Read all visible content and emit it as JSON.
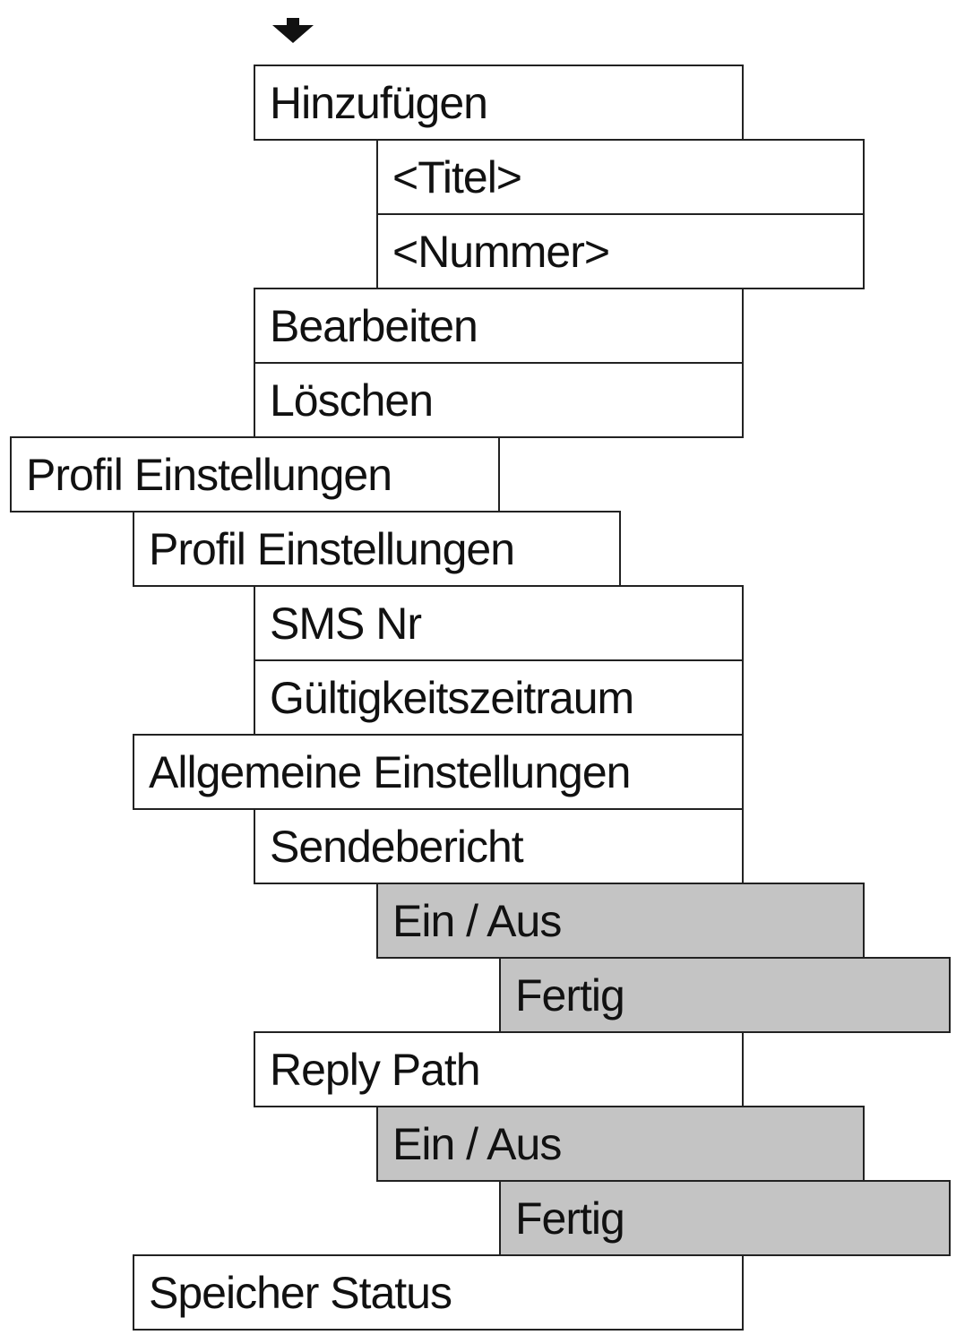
{
  "colors": {
    "box_border": "#222222",
    "box_fill": "#ffffff",
    "option_fill": "#c4c4c4",
    "text": "#111111",
    "arrow": "#111111"
  },
  "entry_icon": "arrow-down-icon",
  "menu_items": [
    {
      "id": "hinzufuegen",
      "label": "Hinzufügen",
      "level": 2,
      "shaded": false
    },
    {
      "id": "titel",
      "label": "<Titel>",
      "level": 3,
      "shaded": false
    },
    {
      "id": "nummer",
      "label": "<Nummer>",
      "level": 3,
      "shaded": false
    },
    {
      "id": "bearbeiten",
      "label": "Bearbeiten",
      "level": 2,
      "shaded": false
    },
    {
      "id": "loeschen",
      "label": "Löschen",
      "level": 2,
      "shaded": false
    },
    {
      "id": "profil-einstellungen",
      "label": "Profil Einstellungen",
      "level": 0,
      "shaded": false
    },
    {
      "id": "profil-einstellungen-sub",
      "label": "Profil Einstellungen",
      "level": 1,
      "shaded": false
    },
    {
      "id": "sms-nr",
      "label": "SMS Nr",
      "level": 2,
      "shaded": false
    },
    {
      "id": "gueltigkeitszeitraum",
      "label": "Gültigkeitszeitraum",
      "level": 2,
      "shaded": false
    },
    {
      "id": "allgemeine-einstellungen",
      "label": "Allgemeine Einstellungen",
      "level": 1,
      "shaded": false
    },
    {
      "id": "sendebericht",
      "label": "Sendebericht",
      "level": 2,
      "shaded": false
    },
    {
      "id": "sendebericht-ein-aus",
      "label": "Ein / Aus",
      "level": 3,
      "shaded": true
    },
    {
      "id": "sendebericht-fertig",
      "label": "Fertig",
      "level": 4,
      "shaded": true
    },
    {
      "id": "reply-path",
      "label": "Reply Path",
      "level": 2,
      "shaded": false
    },
    {
      "id": "reply-path-ein-aus",
      "label": "Ein / Aus",
      "level": 3,
      "shaded": true
    },
    {
      "id": "reply-path-fertig",
      "label": "Fertig",
      "level": 4,
      "shaded": true
    },
    {
      "id": "speicher-status",
      "label": "Speicher Status",
      "level": 1,
      "shaded": false
    }
  ]
}
